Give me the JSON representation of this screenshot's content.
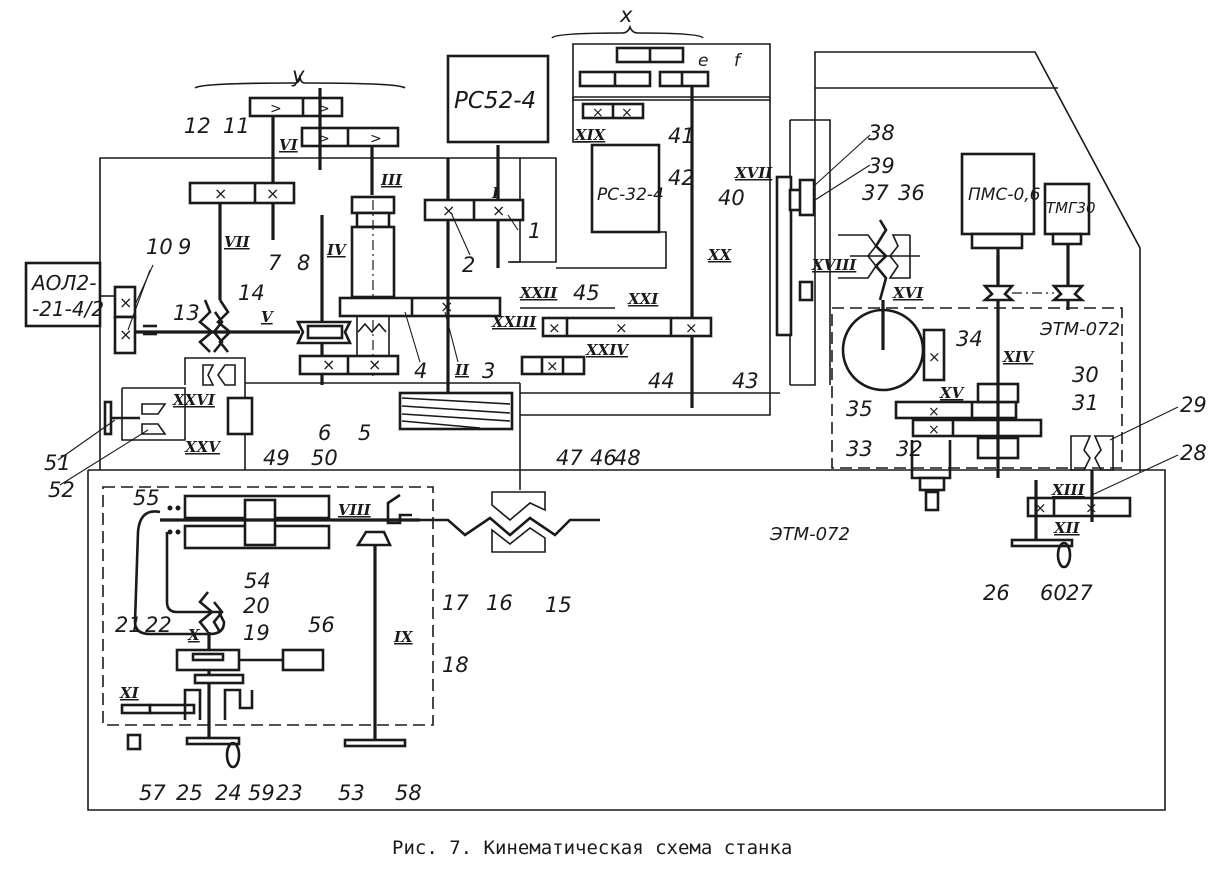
{
  "caption": "Рис. 7. Кинематическая схема станка",
  "motors": {
    "main_motor_line1": "АОЛ2-",
    "main_motor_line2": "-21-4/2",
    "reducer_upper": "РС52-4",
    "reducer_lower": "РС-32-4",
    "pms": "ПМС-0,6",
    "tmf": "ТМГ30",
    "etm_upper": "ЭТМ-072",
    "etm_lower": "ЭТМ-072"
  },
  "groups": {
    "y": "у",
    "x": "х",
    "e": "е",
    "f": "f"
  },
  "shafts": [
    "I",
    "II",
    "III",
    "IV",
    "V",
    "VI",
    "VII",
    "VIII",
    "IX",
    "X",
    "XI",
    "XII",
    "XIII",
    "XIV",
    "XV",
    "XVI",
    "XVII",
    "XVIII",
    "XIX",
    "XX",
    "XXI",
    "XXII",
    "XXIII",
    "XXIV",
    "XXV",
    "XXVI"
  ],
  "parts": [
    "1",
    "2",
    "3",
    "4",
    "5",
    "6",
    "7",
    "8",
    "9",
    "10",
    "11",
    "12",
    "13",
    "14",
    "15",
    "16",
    "17",
    "18",
    "19",
    "20",
    "21",
    "22",
    "23",
    "24",
    "25",
    "26",
    "27",
    "28",
    "29",
    "30",
    "31",
    "32",
    "33",
    "34",
    "35",
    "36",
    "37",
    "38",
    "39",
    "40",
    "41",
    "42",
    "43",
    "44",
    "45",
    "46",
    "47",
    "48",
    "49",
    "50",
    "51",
    "52",
    "53",
    "54",
    "55",
    "56",
    "57",
    "58",
    "59",
    "60"
  ]
}
